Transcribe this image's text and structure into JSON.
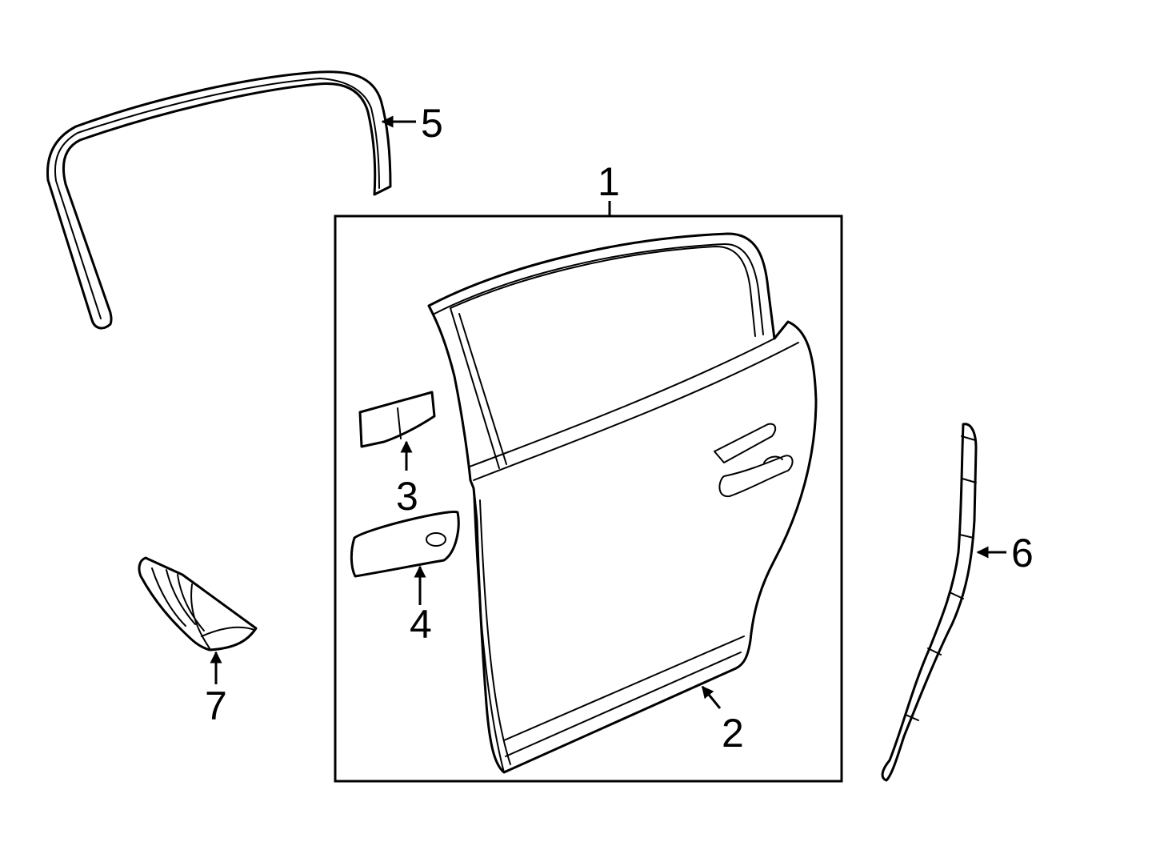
{
  "colors": {
    "line": "#000000",
    "background": "#ffffff"
  },
  "callouts": {
    "c1": "1",
    "c2": "2",
    "c3": "3",
    "c4": "4",
    "c5": "5",
    "c6": "6",
    "c7": "7"
  }
}
